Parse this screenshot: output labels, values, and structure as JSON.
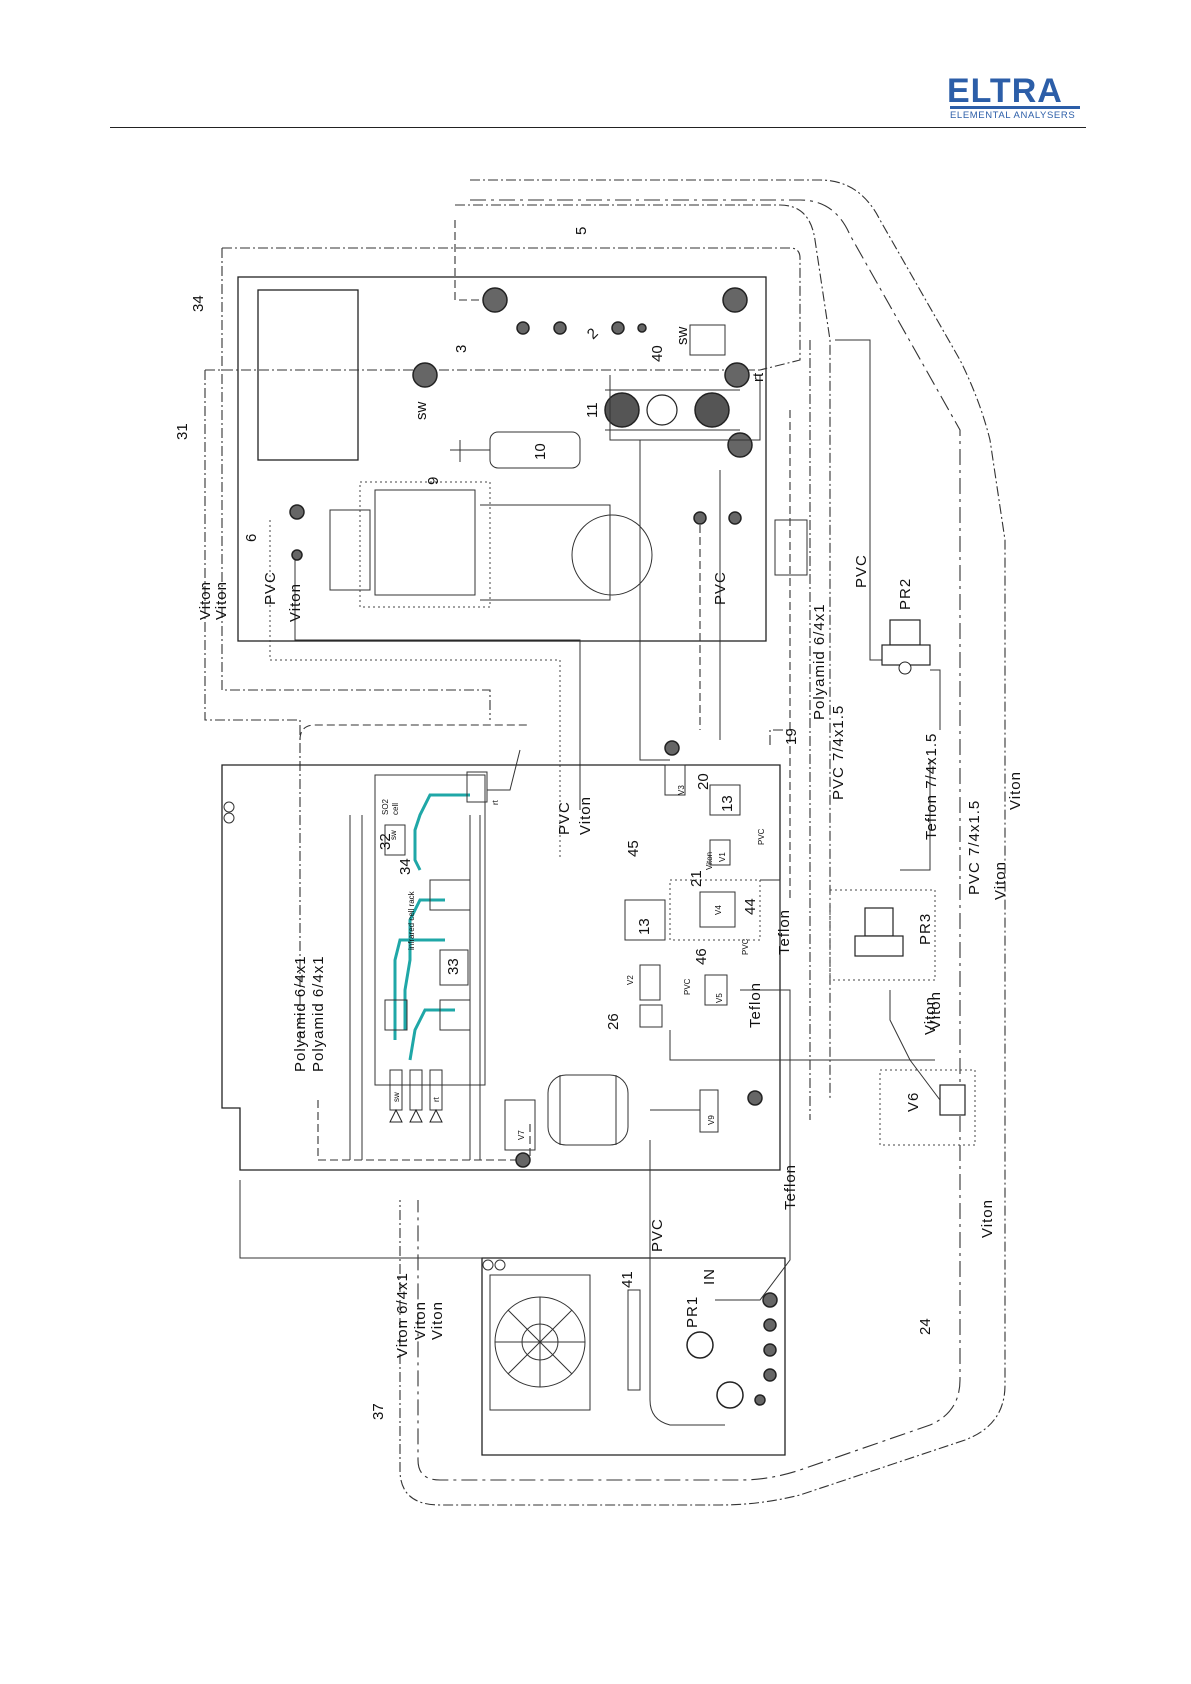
{
  "header": {
    "logo_text": "ELTRA",
    "logo_sub": "ELEMENTAL ANALYSERS",
    "brand_color": "#2c5ea8"
  },
  "diagram": {
    "labels": {
      "n34_top": "34",
      "n31": "31",
      "n5": "5",
      "n3": "3",
      "n40": "40",
      "sw_top": "sw",
      "rt_top": "rt",
      "sw_left": "sw",
      "n11": "11",
      "n10": "10",
      "n9": "9",
      "n6": "6",
      "n2": "2",
      "viton_a": "Viton",
      "viton_b": "Viton",
      "pvc_a": "PVC",
      "viton_c": "Viton",
      "pvc_mid": "PVC",
      "polyamid_6_4x1_right": "Polyamid 6/4x1",
      "pvc_7_4x1_5_a": "PVC 7/4x1.5",
      "n19": "19",
      "pvc_r": "PVC",
      "pr2": "PR2",
      "teflon_7_4x1_5": "Teflon 7/4x1.5",
      "pvc_7_4x1_5_b": "PVC 7/4x1.5",
      "viton_r1": "Viton",
      "viton_r2": "Viton",
      "viton_r3": "Viton",
      "n20": "20",
      "n13_top": "13",
      "v3": "V3",
      "v1": "V1",
      "pvc_small1": "PVC",
      "viton_small": "Viton",
      "pvc_b": "PVC",
      "viton_d": "Viton",
      "n45": "45",
      "n21": "21",
      "n44": "44",
      "v4": "V4",
      "pvc_small2": "PVC",
      "teflon_a": "Teflon",
      "n13_bot": "13",
      "n46": "46",
      "v2": "V2",
      "pvc_small3": "PVC",
      "v5": "V5",
      "teflon_b": "Teflon",
      "n26": "26",
      "pr3": "PR3",
      "viton_e": "Viton",
      "v6": "V6",
      "polyamid_a": "Polyamid 6/4x1",
      "polyamid_b": "Polyamid 6/4x1",
      "n32": "32",
      "n34_rack": "34",
      "n33": "33",
      "infrared_cell_rack": "infrared cell rack",
      "sw_rack": "sw",
      "rt_rack": "rt",
      "v7": "V7",
      "v9": "V9",
      "teflon_c": "Teflon",
      "pvc_c": "PVC",
      "n41": "41",
      "in_label": "IN",
      "pr1": "PR1",
      "viton_6_4x1": "Viton 6/4x1",
      "viton_f": "Viton",
      "viton_g": "Viton",
      "n37": "37",
      "viton_h": "Viton",
      "n24": "24",
      "sw_r1": "sw",
      "rt_r1": "rt",
      "so2_a": "SO2",
      "cell_a": "cell"
    }
  }
}
